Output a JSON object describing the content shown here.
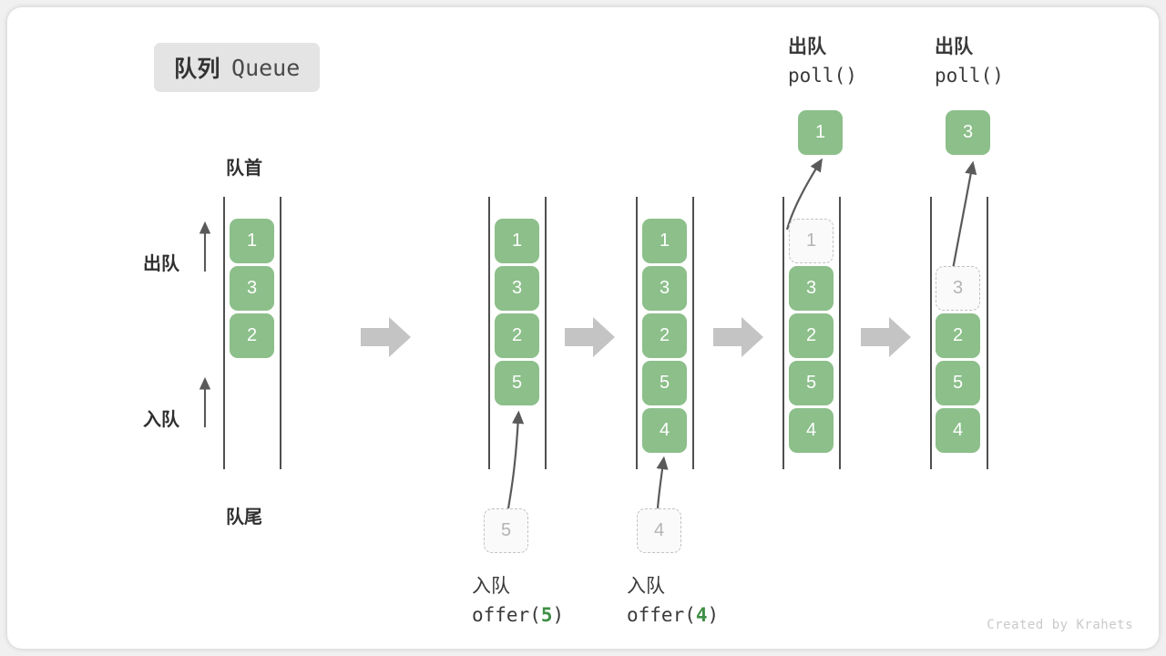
{
  "title": {
    "cn": "队列",
    "en": "Queue"
  },
  "labels": {
    "head": "队首",
    "tail": "队尾",
    "dequeue": "出队",
    "enqueue": "入队"
  },
  "credit": "Created by Krahets",
  "colors": {
    "box_fill": "#8cbf8a",
    "box_text": "#ffffff",
    "ghost_fill": "#fafafa",
    "ghost_border": "#c2c2c2",
    "ghost_text": "#b4b4b4",
    "rail": "#4f4f4f",
    "flow_arrow": "#c4c4c4",
    "badge_bg": "#e4e4e4",
    "accent_num": "#3f8f45"
  },
  "columns": [
    {
      "id": "initial",
      "boxes": [
        {
          "value": "1",
          "row": 0,
          "state": "solid"
        },
        {
          "value": "3",
          "row": 1,
          "state": "solid"
        },
        {
          "value": "2",
          "row": 2,
          "state": "solid"
        }
      ],
      "side_labels": [
        {
          "text": "出队",
          "kind": "dequeue"
        },
        {
          "text": "入队",
          "kind": "enqueue"
        }
      ],
      "head_label": "队首",
      "tail_label": "队尾"
    },
    {
      "id": "after-offer-5",
      "boxes": [
        {
          "value": "1",
          "row": 0,
          "state": "solid"
        },
        {
          "value": "3",
          "row": 1,
          "state": "solid"
        },
        {
          "value": "2",
          "row": 2,
          "state": "solid"
        },
        {
          "value": "5",
          "row": 3,
          "state": "solid"
        }
      ],
      "incoming": {
        "value": "5"
      },
      "caption": {
        "line1": "入队",
        "line2_pre": "offer(",
        "line2_num": "5",
        "line2_post": ")"
      }
    },
    {
      "id": "after-offer-4",
      "boxes": [
        {
          "value": "1",
          "row": 0,
          "state": "solid"
        },
        {
          "value": "3",
          "row": 1,
          "state": "solid"
        },
        {
          "value": "2",
          "row": 2,
          "state": "solid"
        },
        {
          "value": "5",
          "row": 3,
          "state": "solid"
        },
        {
          "value": "4",
          "row": 4,
          "state": "solid"
        }
      ],
      "incoming": {
        "value": "4"
      },
      "caption": {
        "line1": "入队",
        "line2_pre": "offer(",
        "line2_num": "4",
        "line2_post": ")"
      }
    },
    {
      "id": "after-poll-1",
      "boxes": [
        {
          "value": "1",
          "row": 0,
          "state": "ghost"
        },
        {
          "value": "3",
          "row": 1,
          "state": "solid"
        },
        {
          "value": "2",
          "row": 2,
          "state": "solid"
        },
        {
          "value": "5",
          "row": 3,
          "state": "solid"
        },
        {
          "value": "4",
          "row": 4,
          "state": "solid"
        }
      ],
      "outgoing": {
        "value": "1"
      },
      "caption_top": {
        "line1": "出队",
        "line2": "poll()"
      }
    },
    {
      "id": "after-poll-3",
      "boxes": [
        {
          "value": "3",
          "row": 1,
          "state": "ghost"
        },
        {
          "value": "2",
          "row": 2,
          "state": "solid"
        },
        {
          "value": "5",
          "row": 3,
          "state": "solid"
        },
        {
          "value": "4",
          "row": 4,
          "state": "solid"
        }
      ],
      "outgoing": {
        "value": "3"
      },
      "caption_top": {
        "line1": "出队",
        "line2": "poll()"
      }
    }
  ]
}
